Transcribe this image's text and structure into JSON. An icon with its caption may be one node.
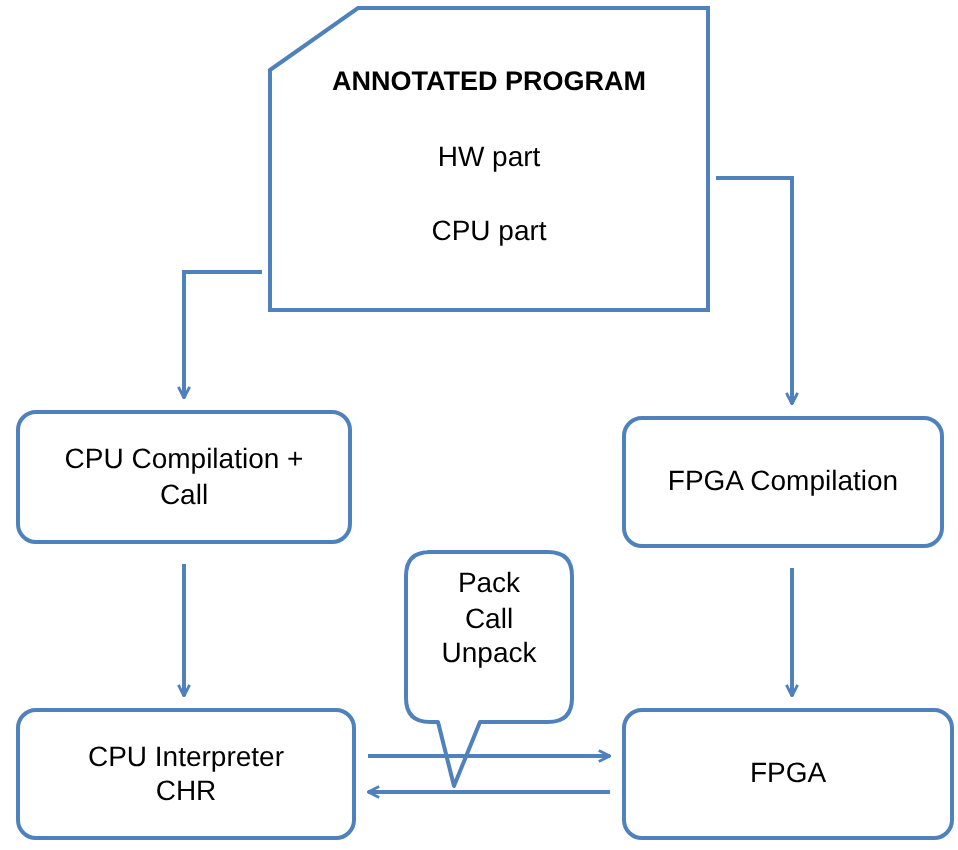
{
  "diagram": {
    "nodes": [
      {
        "text": [
          "ANNOTATED PROGRAM",
          "HW part",
          "CPU part"
        ]
      },
      {
        "text": [
          "CPU Compilation + Call"
        ]
      },
      {
        "text": [
          "FPGA Compilation"
        ]
      },
      {
        "text": [
          "CPU Interpreter CHR"
        ]
      },
      {
        "text": [
          "FPGA"
        ]
      },
      {
        "text": [
          "Pack Call Unpack"
        ]
      }
    ],
    "edges": [
      {
        "from": 0,
        "to": 1,
        "arrow": "to"
      },
      {
        "from": 0,
        "to": 2,
        "arrow": "to"
      },
      {
        "from": 1,
        "to": 3,
        "arrow": "to"
      },
      {
        "from": 2,
        "to": 4,
        "arrow": "to"
      },
      {
        "from": 3,
        "to": 4,
        "arrow": "to"
      },
      {
        "from": 4,
        "to": 3,
        "arrow": "to"
      }
    ]
  }
}
